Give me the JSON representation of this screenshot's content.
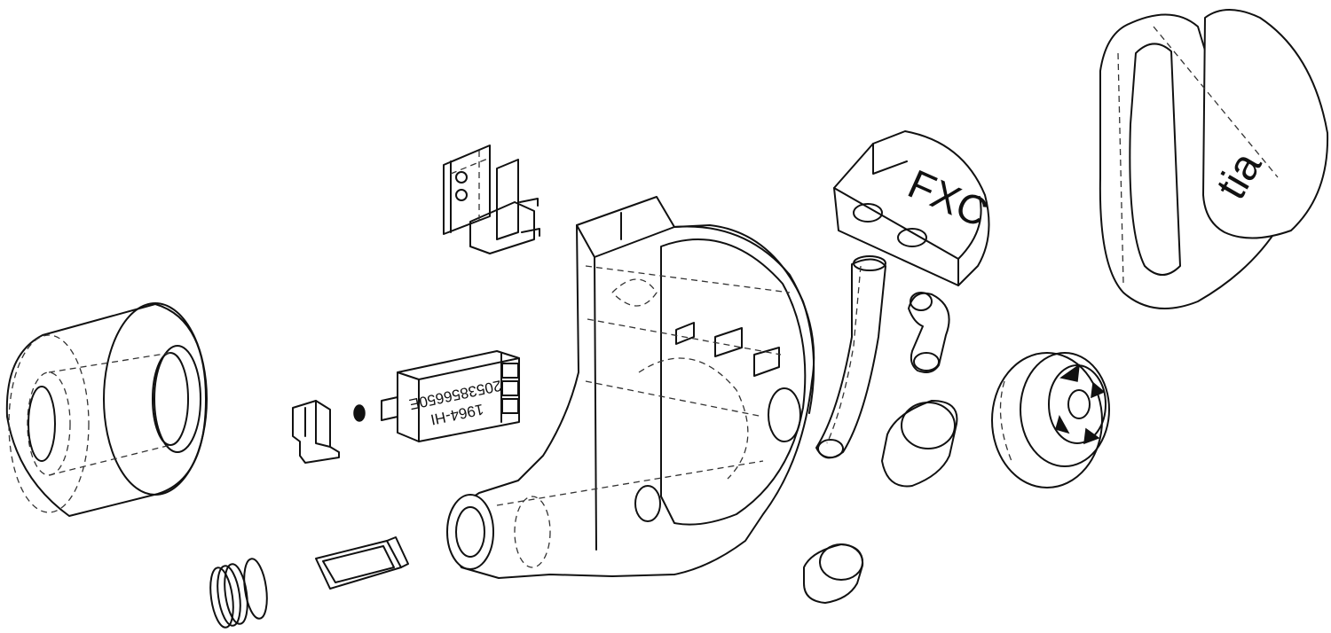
{
  "colors": {
    "line": "#111111",
    "background": "#ffffff"
  },
  "labels": {
    "plate_marking": "FXC",
    "driver_model": "1964-HI",
    "driver_serial": "2053856650E",
    "faceplate_logo": "tia"
  }
}
